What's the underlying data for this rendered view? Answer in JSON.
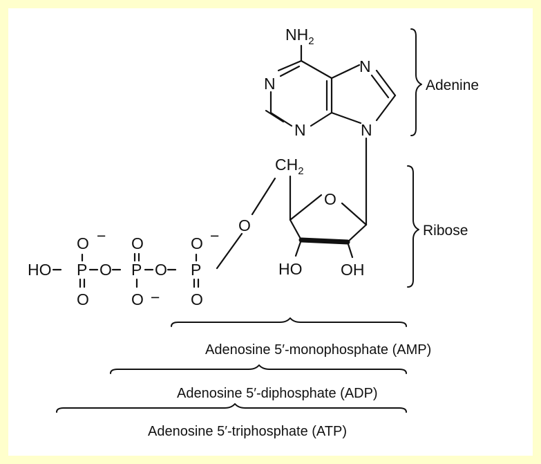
{
  "molecule": {
    "amine_group": "NH",
    "amine_subscript": "2",
    "ring_nitrogen": "N",
    "methylene": "CH",
    "methylene_subscript": "2",
    "ring_oxygen": "O",
    "link_oxygen": "O",
    "hydroxyl_left": "HO",
    "hydroxyl_right": "OH",
    "phosphate_chain": {
      "terminal_hydroxyl": "HO",
      "phosphorus": "P",
      "bridge_oxygen": "O",
      "oxygen": "O",
      "negative_charge": "−"
    }
  },
  "labels": {
    "adenine": "Adenine",
    "ribose": "Ribose",
    "amp": "Adenosine 5′-monophosphate (AMP)",
    "adp": "Adenosine 5′-diphosphate (ADP)",
    "atp": "Adenosine 5′-triphosphate (ATP)"
  },
  "colors": {
    "background": "#ffffcc",
    "panel": "#ffffff",
    "ink": "#111111"
  }
}
